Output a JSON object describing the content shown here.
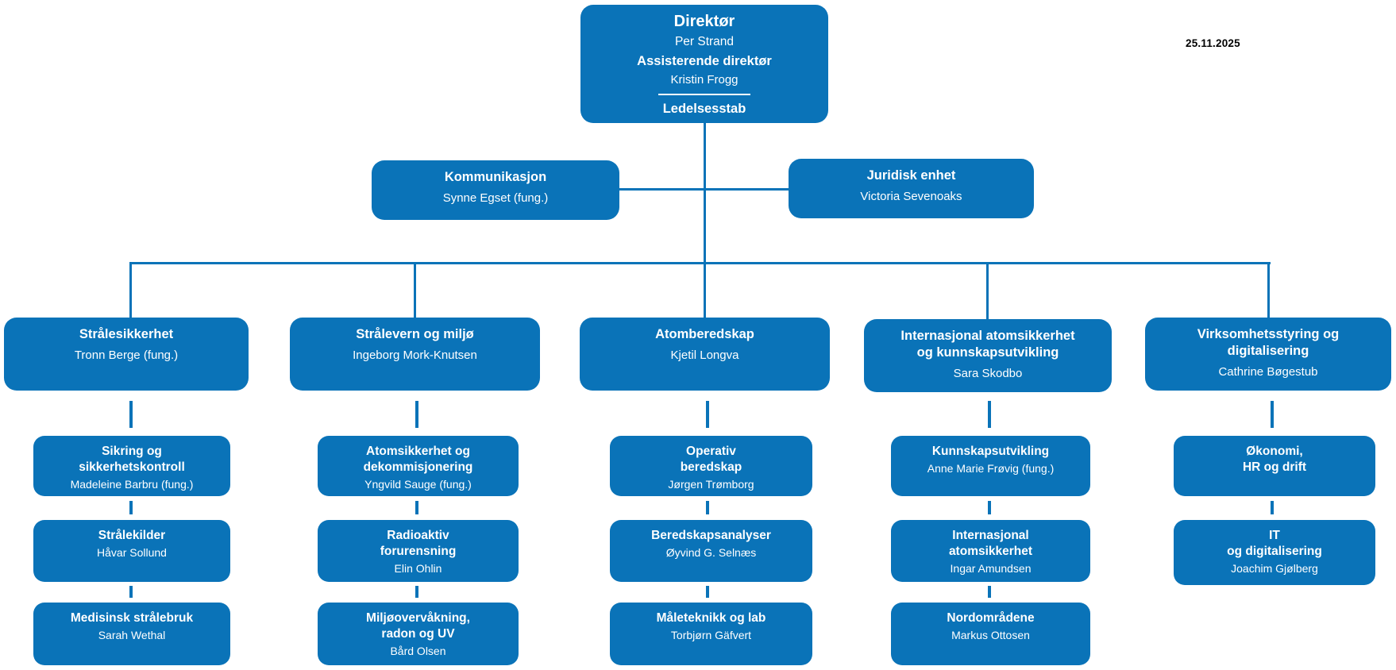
{
  "meta": {
    "date": "25.11.2025"
  },
  "colors": {
    "box_blue": "#0a73b8",
    "text_white": "#ffffff",
    "date_black": "#000000",
    "background": "#ffffff"
  },
  "org": {
    "director": {
      "title": "Direktør",
      "name": "Per Strand",
      "assistant_title": "Assisterende direktør",
      "assistant_name": "Kristin Frogg",
      "staff_label": "Ledelsesstab"
    },
    "staff_units": [
      {
        "title": "Kommunikasjon",
        "name": "Synne Egset (fung.)"
      },
      {
        "title": "Juridisk enhet",
        "name": "Victoria Sevenoaks"
      }
    ],
    "divisions": [
      {
        "title": "Strålesikkerhet",
        "name": "Tronn Berge (fung.)",
        "sections": [
          {
            "title": "Sikring og\nsikkerhetskontroll",
            "name": "Madeleine Barbru (fung.)"
          },
          {
            "title": "Strålekilder",
            "name": "Håvar Sollund"
          },
          {
            "title": "Medisinsk strålebruk",
            "name": "Sarah Wethal"
          }
        ]
      },
      {
        "title": "Strålevern og miljø",
        "name": "Ingeborg Mork-Knutsen",
        "sections": [
          {
            "title": "Atomsikkerhet og\ndekommisjonering",
            "name": "Yngvild Sauge (fung.)"
          },
          {
            "title": "Radioaktiv\nforurensning",
            "name": "Elin Ohlin"
          },
          {
            "title": "Miljøovervåkning,\nradon og UV",
            "name": "Bård Olsen"
          }
        ]
      },
      {
        "title": "Atomberedskap",
        "name": "Kjetil Longva",
        "sections": [
          {
            "title": "Operativ\nberedskap",
            "name": "Jørgen Trømborg"
          },
          {
            "title": "Beredskapsanalyser",
            "name": "Øyvind G. Selnæs"
          },
          {
            "title": "Måleteknikk og lab",
            "name": "Torbjørn Gäfvert"
          }
        ]
      },
      {
        "title": "Internasjonal atomsikkerhet\nog kunnskapsutvikling",
        "name": "Sara Skodbo",
        "sections": [
          {
            "title": "Kunnskapsutvikling",
            "name": "Anne Marie Frøvig (fung.)"
          },
          {
            "title": "Internasjonal\natomsikkerhet",
            "name": "Ingar Amundsen"
          },
          {
            "title": "Nordområdene",
            "name": "Markus Ottosen"
          }
        ]
      },
      {
        "title": "Virksomhetsstyring og\ndigitalisering",
        "name": "Cathrine Bøgestub",
        "sections": [
          {
            "title": "Økonomi,\nHR og drift",
            "name": ""
          },
          {
            "title": "IT\nog digitalisering",
            "name": "Joachim Gjølberg"
          }
        ]
      }
    ]
  }
}
